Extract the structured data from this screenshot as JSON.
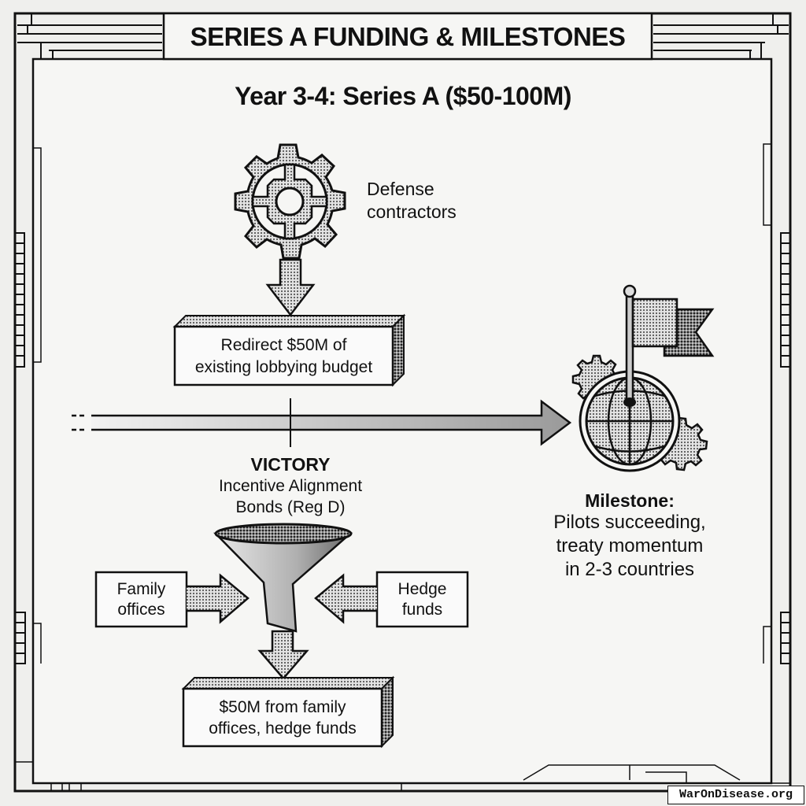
{
  "header": {
    "title": "SERIES A FUNDING & MILESTONES",
    "subtitle": "Year 3-4: Series A ($50-100M)"
  },
  "top_flow": {
    "source_icon": "gear-icon",
    "source_label_line1": "Defense",
    "source_label_line2": "contractors",
    "box_line1": "Redirect $50M of",
    "box_line2": "existing lobbying budget"
  },
  "timeline": {
    "arrow_icon": "timeline-arrow",
    "marker_title": "VICTORY",
    "marker_line1": "Incentive Alignment",
    "marker_line2": "Bonds (Reg D)"
  },
  "milestone": {
    "icon": "globe-flag-icon",
    "title": "Milestone:",
    "line1": "Pilots succeeding,",
    "line2": "treaty momentum",
    "line3": "in 2-3 countries"
  },
  "bottom_flow": {
    "funnel_icon": "funnel-icon",
    "left_source_line1": "Family",
    "left_source_line2": "offices",
    "right_source_line1": "Hedge",
    "right_source_line2": "funds",
    "box_line1": "$50M from family",
    "box_line2": "offices, hedge funds"
  },
  "footer": {
    "watermark": "WarOnDisease.org"
  },
  "colors": {
    "ink": "#111111",
    "paper": "#efefed",
    "panel": "#f6f6f4",
    "halftone_light": "#d4d4d4",
    "halftone_mid": "#a8a8a8"
  }
}
